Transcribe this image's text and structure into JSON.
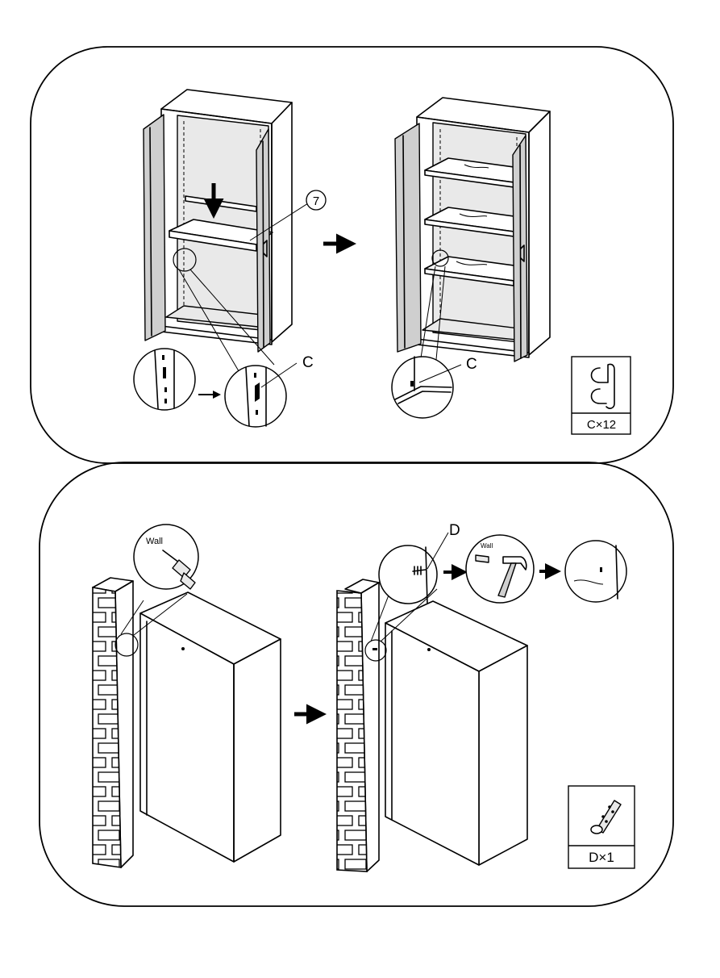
{
  "step1": {
    "shelf_callout": "7",
    "clip_callout_left": "C",
    "clip_callout_right": "C",
    "part_box_label": "C×12",
    "part_icon": "shelf-clip-icon"
  },
  "step2": {
    "wall_label_left": "Wall",
    "anchor_callout": "D",
    "wall_label_right": "Wall",
    "part_box_label": "D×1",
    "part_icon": "wall-anchor-icon",
    "tool_icon": "hammer-icon"
  }
}
